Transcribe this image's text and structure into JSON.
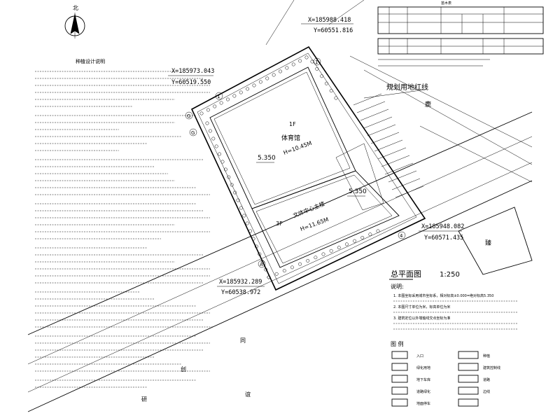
{
  "north": {
    "label": "北"
  },
  "notes_left": {
    "title": "种植设计说明"
  },
  "coords": {
    "c1": {
      "x": "X=185988.418",
      "y": "Y=60551.816"
    },
    "c2": {
      "x": "X=185973.043",
      "y": "Y=60519.550"
    },
    "c3": {
      "x": "X=185932.289",
      "y": "Y=60538.972"
    },
    "c4": {
      "x": "X=185948.082",
      "y": "Y=60571.435"
    }
  },
  "buildings": {
    "gym": {
      "floors": "1F",
      "name": "体育馆",
      "height": "H=10.45M"
    },
    "center": {
      "floors": "3F",
      "name": "文体中心主楼",
      "height": "H=11.65M"
    }
  },
  "elevations": {
    "e1": "5.350",
    "e2": "5.350"
  },
  "labels": {
    "redline": "规划用地红线",
    "site_plan": "总平面图",
    "scale": "1:250"
  },
  "notes_right": {
    "heading": "说明:",
    "items": [
      "1. 本图坐标采用城市坐标系，相对标高±0.000=绝对标高5.350",
      "2. 本图尺寸单位为米，标高单位为米",
      "3. 建筑定位以外墙轴线交点坐标为准"
    ]
  },
  "legend": {
    "heading": "图 例",
    "items": [
      {
        "label": "入口",
        "label2": "种植"
      },
      {
        "label": "绿化用地",
        "label2": "建筑控制线"
      },
      {
        "label": "地下车库",
        "label2": "道路"
      },
      {
        "label": "道路绿化",
        "label2": "边线"
      },
      {
        "label": "地面停车",
        "label2": ""
      }
    ]
  },
  "table": {
    "title": "苗木表"
  }
}
